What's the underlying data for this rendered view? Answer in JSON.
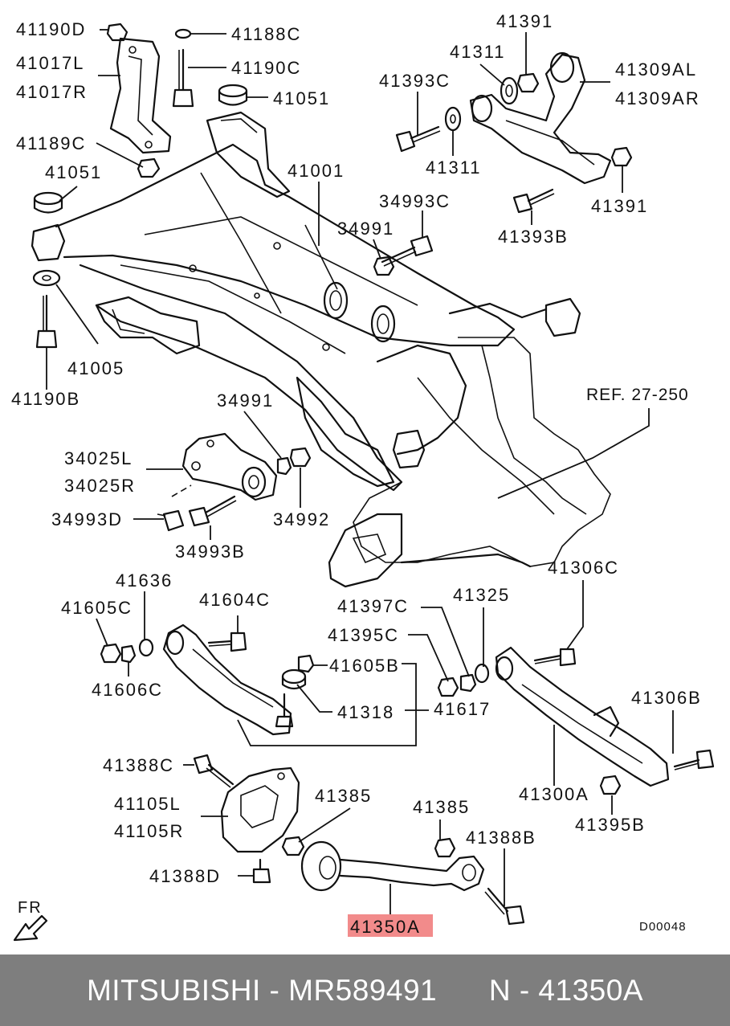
{
  "diagram_ref": "D00048",
  "direction_label": "FR",
  "reference_label": "REF. 27-250",
  "highlighted_part": "41350A",
  "highlight_color": "#f28b8b",
  "footer": {
    "brand": "MITSUBISHI",
    "part_number": "MR589491",
    "callout": "N - 41350A",
    "background": "#7e7e7e"
  },
  "callouts": {
    "c41190D": "41190D",
    "c41017L": "41017L",
    "c41017R": "41017R",
    "c41189C": "41189C",
    "c41051a": "41051",
    "c41188C": "41188C",
    "c41190C": "41190C",
    "c41051b": "41051",
    "c41001": "41001",
    "c41005": "41005",
    "c41190B": "41190B",
    "c41391a": "41391",
    "c41311a": "41311",
    "c41393C": "41393C",
    "c41309AL": "41309AL",
    "c41309AR": "41309AR",
    "c41311b": "41311",
    "c34993C": "34993C",
    "c41391b": "41391",
    "c34991a": "34991",
    "c41393B": "41393B",
    "c34991b": "34991",
    "c34025L": "34025L",
    "c34025R": "34025R",
    "c34993D": "34993D",
    "c34992": "34992",
    "c34993B": "34993B",
    "c41636": "41636",
    "c41604C": "41604C",
    "c41605Ca": "41605C",
    "c41606C": "41606C",
    "c41605B": "41605B",
    "c41318": "41318",
    "c41397C": "41397C",
    "c41325": "41325",
    "c41395C": "41395C",
    "c41617": "41617",
    "c41306C": "41306C",
    "c41306B": "41306B",
    "c41300A": "41300A",
    "c41395B": "41395B",
    "c41388C": "41388C",
    "c41105L": "41105L",
    "c41105R": "41105R",
    "c41385a": "41385",
    "c41385b": "41385",
    "c41388B": "41388B",
    "c41388D": "41388D"
  }
}
